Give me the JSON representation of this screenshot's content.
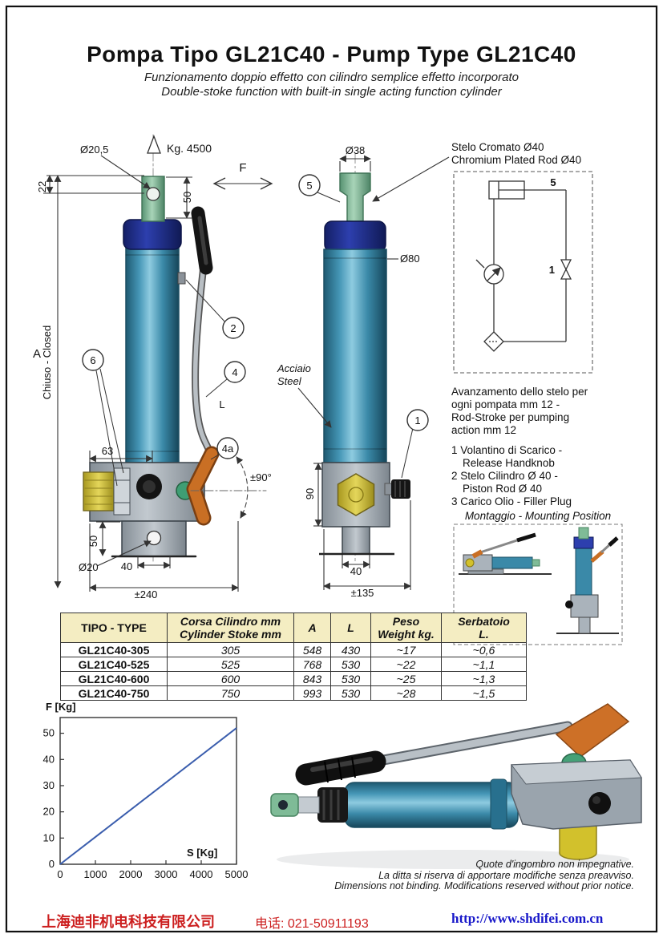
{
  "header": {
    "title": "Pompa Tipo GL21C40 - Pump Type GL21C40",
    "subtitle_it": "Funzionamento doppio effetto con cilindro semplice effetto incorporato",
    "subtitle_en": "Double-stoke function with built-in single acting function cylinder"
  },
  "drawing": {
    "dim_phi205": "Ø20,5",
    "kg": "Kg. 4500",
    "dim_22": "22",
    "dim_50_top": "50",
    "force_f": "F",
    "dim_phi38": "Ø38",
    "balloon_5": "5",
    "rod_label_it": "Stelo Cromato Ø40",
    "rod_label_en": "Chromium Plated Rod Ø40",
    "dim_A": "A",
    "closed_label": "Chiuso - Closed",
    "balloon_6": "6",
    "balloon_2": "2",
    "balloon_4": "4",
    "label_L": "L",
    "label_4a": "4a",
    "angle": "±90°",
    "steel_it": "Acciaio",
    "steel_en": "Steel",
    "dim_phi80": "Ø80",
    "balloon_1": "1",
    "dim_63": "63",
    "dim_50_bottom": "50",
    "dim_phi20": "Ø20",
    "dim_40_left": "40",
    "dim_240": "±240",
    "dim_90": "90",
    "dim_40_right": "40",
    "dim_135": "±135",
    "circuit_5": "5",
    "circuit_1": "1"
  },
  "notes": {
    "stroke_lines": [
      "Avanzamento dello stelo per",
      "ogni pompata mm 12 -",
      "Rod-Stroke per pumping",
      "action mm 12"
    ],
    "item1a": "1 Volantino di Scarico -",
    "item1b": "Release Handknob",
    "item2a": "2 Stelo Cilindro Ø 40 -",
    "item2b": "Piston Rod Ø 40",
    "item3": "3 Carico Olio - Filler Plug",
    "mounting": "Montaggio - Mounting Position"
  },
  "table": {
    "headers": {
      "type": "TIPO - TYPE",
      "stroke1": "Corsa Cilindro mm",
      "stroke2": "Cylinder Stoke mm",
      "a": "A",
      "l": "L",
      "weight1": "Peso",
      "weight2": "Weight kg.",
      "tank1": "Serbatoio",
      "tank2": "L."
    },
    "rows": [
      {
        "type": "GL21C40-305",
        "stroke": "305",
        "a": "548",
        "l": "430",
        "weight": "~17",
        "tank": "~0,6"
      },
      {
        "type": "GL21C40-525",
        "stroke": "525",
        "a": "768",
        "l": "530",
        "weight": "~22",
        "tank": "~1,1"
      },
      {
        "type": "GL21C40-600",
        "stroke": "600",
        "a": "843",
        "l": "530",
        "weight": "~25",
        "tank": "~1,3"
      },
      {
        "type": "GL21C40-750",
        "stroke": "750",
        "a": "993",
        "l": "530",
        "weight": "~28",
        "tank": "~1,5"
      }
    ]
  },
  "chart_data": {
    "type": "line",
    "title": "",
    "xlabel": "S [Kg]",
    "ylabel": "F [Kg]",
    "x": [
      0,
      5000
    ],
    "y": [
      0,
      52
    ],
    "xticks": [
      0,
      1000,
      2000,
      3000,
      4000,
      5000
    ],
    "yticks": [
      0,
      10,
      20,
      30,
      40,
      50
    ],
    "xlim": [
      0,
      5000
    ],
    "ylim": [
      0,
      56
    ],
    "grid": false,
    "legend": "none",
    "line_color": "#3a5dad"
  },
  "disclaimer": {
    "line1": "Quote d'ingombro non impegnative.",
    "line2": "La ditta si riserva di apportare modifiche senza preavviso.",
    "line3": "Dimensions not binding. Modifications reserved without prior notice."
  },
  "footer": {
    "company": "上海迪非机电科技有限公司",
    "phone": "电话: 021-50911193",
    "url": "http://www.shdifei.com.cn"
  }
}
